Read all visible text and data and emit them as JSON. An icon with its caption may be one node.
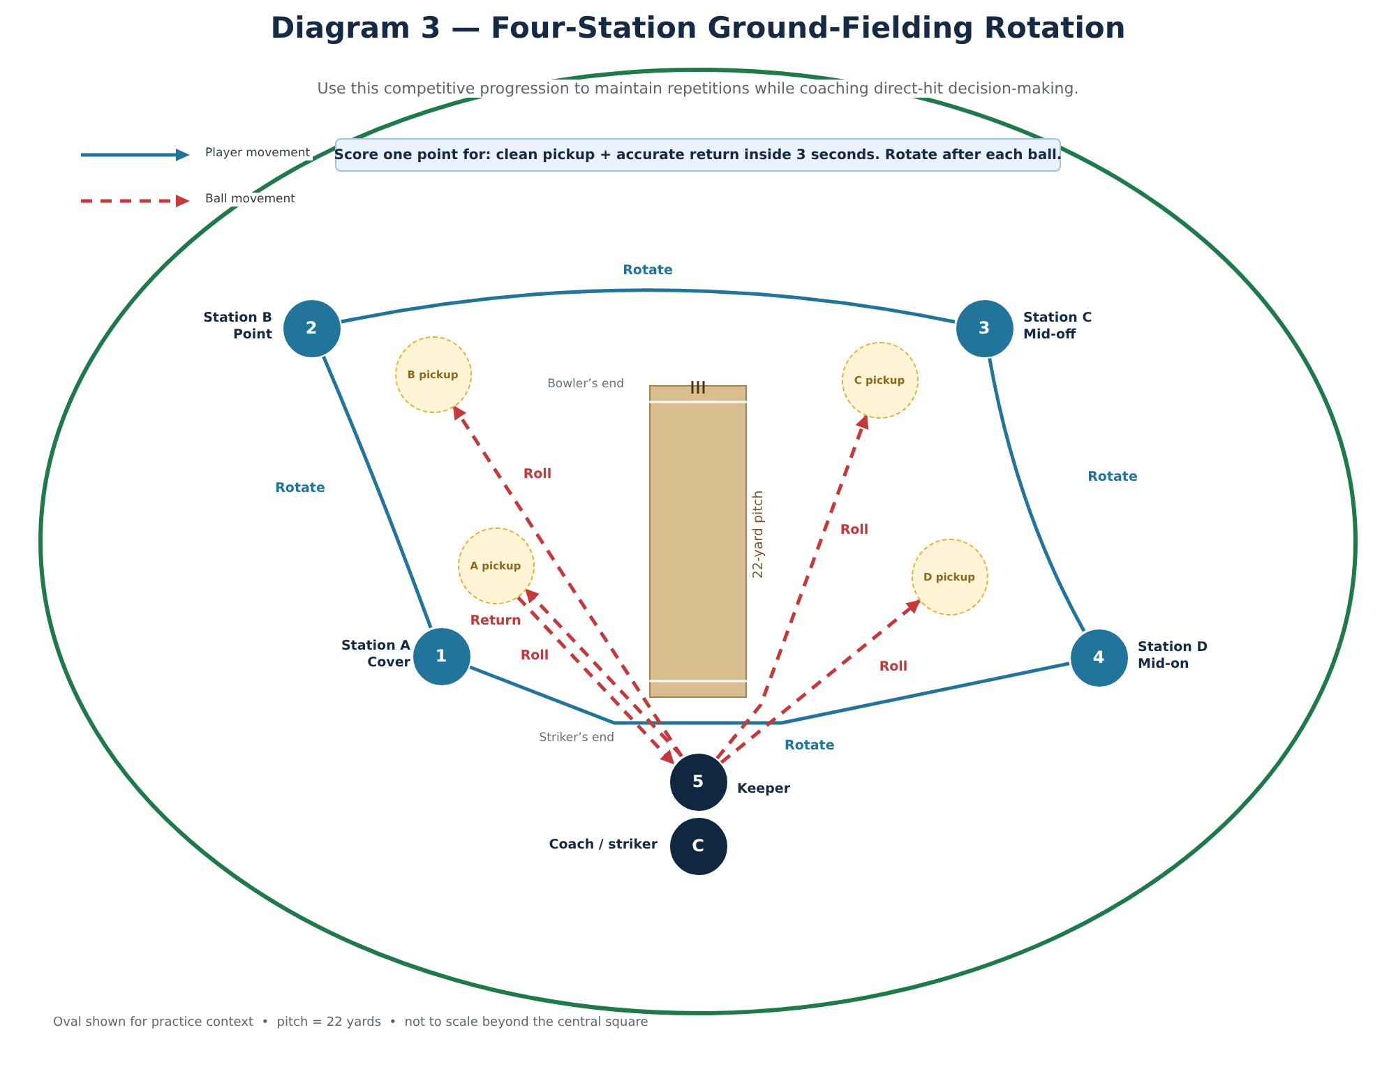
{
  "diagram": {
    "title": "Diagram 3 — Four-Station Ground-Fielding Rotation",
    "caption": "Oval shown for practice context  •  pitch = 22 yards  •  not to scale beyond the central square",
    "nodes": [
      {
        "text": [
          "Score one point for: clean pickup + accurate return inside 3 seconds.  Rotate after each ball."
        ]
      },
      {
        "text": [
          "1"
        ],
        "beside": [
          "Station A Cover"
        ]
      },
      {
        "text": [
          "2"
        ],
        "beside": [
          "Station B Point"
        ]
      },
      {
        "text": [
          "3"
        ],
        "beside": [
          "Station C Mid-off"
        ]
      },
      {
        "text": [
          "4"
        ],
        "beside": [
          "Station D Mid-on"
        ]
      },
      {
        "text": [
          "5"
        ],
        "beside": [
          "Keeper"
        ]
      },
      {
        "text": [
          "C"
        ],
        "beside": [
          "Coach / striker"
        ]
      },
      {
        "text": [
          "A pickup"
        ]
      },
      {
        "text": [
          "B pickup"
        ]
      },
      {
        "text": [
          "C pickup"
        ]
      },
      {
        "text": [
          "D pickup"
        ]
      },
      {
        "text": [
          "22-yard pitch"
        ],
        "beside": [
          "Bowler’s end"
        ]
      }
    ],
    "edges": [
      {
        "from": 1,
        "to": 2,
        "arrow": "none",
        "label": "Rotate",
        "color": "#21759b"
      },
      {
        "from": 2,
        "to": 3,
        "arrow": "none",
        "label": "Rotate",
        "color": "#21759b"
      },
      {
        "from": 3,
        "to": 4,
        "arrow": "none",
        "label": "Rotate",
        "color": "#21759b"
      },
      {
        "from": 4,
        "to": 1,
        "arrow": "none",
        "color": "#21759b"
      },
      {
        "from": 5,
        "to": 7,
        "arrow": "to",
        "label": "Roll",
        "style": "dashed",
        "color": "#c8373a"
      },
      {
        "from": 7,
        "to": 5,
        "arrow": "to",
        "label": "Return",
        "style": "dashed",
        "color": "#c8373a"
      },
      {
        "from": 5,
        "to": 8,
        "arrow": "to",
        "label": "Roll",
        "style": "dashed",
        "color": "#c8373a"
      },
      {
        "from": 5,
        "to": 9,
        "arrow": "to",
        "label": "Roll",
        "style": "dashed",
        "color": "#c8373a"
      },
      {
        "from": 5,
        "to": 10,
        "arrow": "to",
        "label": "Roll",
        "style": "dashed",
        "color": "#c8373a"
      }
    ],
    "labels": [
      "Use this competitive progression to maintain repetitions while coaching direct-hit decision-making.",
      "Striker’s end",
      "Rotate"
    ],
    "legend": [
      {
        "text": "Player movement"
      },
      {
        "text": "Ball movement"
      }
    ]
  }
}
